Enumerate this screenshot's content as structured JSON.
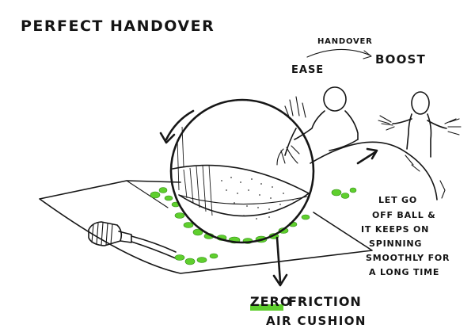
{
  "title": "PERFECT HANDOVER",
  "handover_label": "HANDOVER",
  "ease_label": "EASE",
  "boost_label": "BOOST",
  "note_lines": [
    "LET GO",
    "OFF BALL &",
    "IT KEEPS ON",
    "SPINNING",
    "SMOOTHLY FOR",
    "A LONG TIME"
  ],
  "zero_label": "ZERO",
  "friction_label": "FRICTION",
  "air_cushion_label": "AIR CUSHION",
  "colors": {
    "ink": "#161616",
    "accent_green": "#5fcf2e",
    "background": "#ffffff"
  }
}
